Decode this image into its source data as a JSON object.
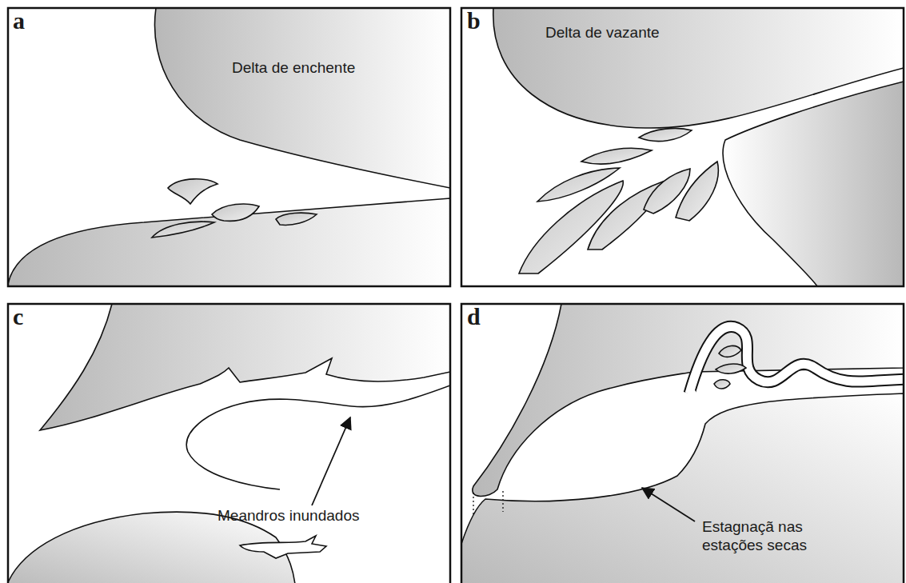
{
  "diagram": {
    "labels": [
      "a",
      "Delta de enchente",
      "b",
      "Delta de vazante",
      "c",
      "Meandros inundados",
      "d",
      "Estagnaçã nas estações secas"
    ]
  }
}
